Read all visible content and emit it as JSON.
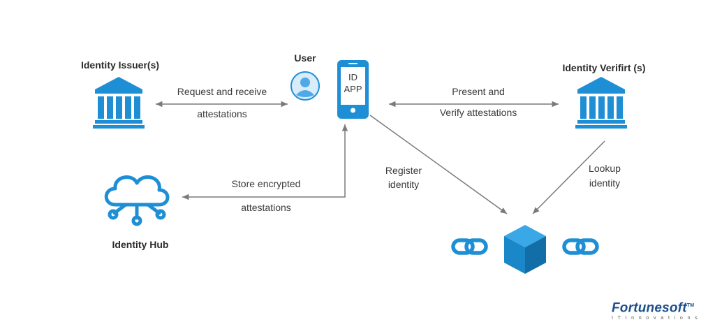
{
  "nodes": {
    "issuer": {
      "label": "Identity Issuer(s)"
    },
    "user": {
      "label": "User"
    },
    "id_app": {
      "line1": "ID",
      "line2": "APP"
    },
    "verifier": {
      "label": "Identity Verifirt (s)"
    },
    "hub": {
      "label": "Identity Hub"
    }
  },
  "edges": {
    "issuer_user": {
      "line1": "Request and receive",
      "line2": "attestations"
    },
    "app_verifier": {
      "line1": "Present and",
      "line2": "Verify attestations"
    },
    "app_hub": {
      "line1": "Store encrypted",
      "line2": "attestations"
    },
    "app_ledger": {
      "line1": "Register",
      "line2": "identity"
    },
    "verifier_ledger": {
      "line1": "Lookup",
      "line2": "identity"
    }
  },
  "brand": {
    "name": "Fortunesoft",
    "tm": "TM",
    "tagline": "I T  I n n o v a t i o n s"
  },
  "colors": {
    "accent": "#1e8fd5",
    "arrow": "#7a7a7a",
    "cube_front": "#1a87c9",
    "cube_top": "#3aa8e6",
    "cube_side": "#136ea8"
  },
  "icons": [
    "bank-icon",
    "user-avatar-icon",
    "smartphone-icon",
    "cloud-network-icon",
    "chain-link-icon",
    "blockchain-cube-icon"
  ]
}
